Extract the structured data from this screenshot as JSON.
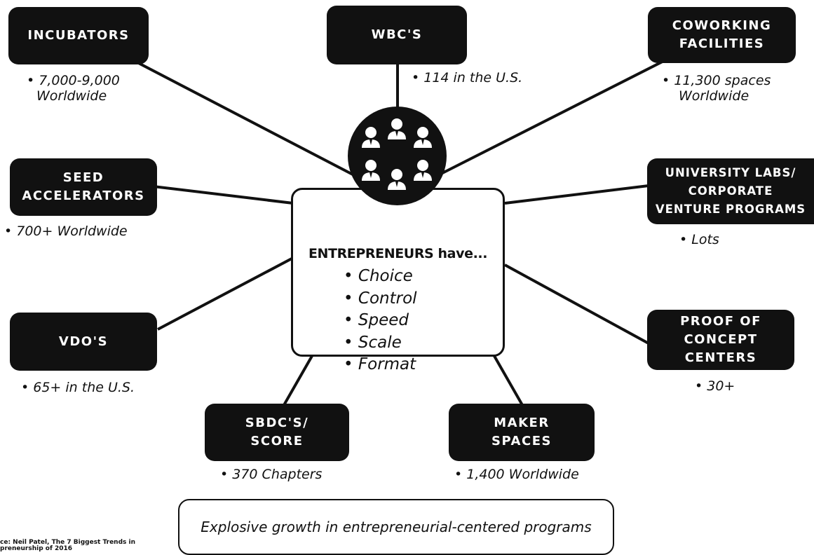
{
  "diagram": {
    "center": {
      "title": "ENTREPRENEURS have...",
      "items": [
        "Choice",
        "Control",
        "Speed",
        "Scale",
        "Format"
      ]
    },
    "nodes": [
      {
        "id": "incubators",
        "label_lines": [
          "INCUBATORS"
        ],
        "stat_lines": [
          "• 7,000-9,000",
          "Worldwide"
        ]
      },
      {
        "id": "wbcs",
        "label_lines": [
          "WBC'S"
        ],
        "stat_lines": [
          "• 114 in the U.S."
        ]
      },
      {
        "id": "coworking",
        "label_lines": [
          "COWORKING",
          "FACILITIES"
        ],
        "stat_lines": [
          "• 11,300 spaces",
          "Worldwide"
        ]
      },
      {
        "id": "seed-accelerators",
        "label_lines": [
          "SEED",
          "ACCELERATORS"
        ],
        "stat_lines": [
          "• 700+ Worldwide"
        ]
      },
      {
        "id": "university-labs",
        "label_lines": [
          "UNIVERSITY LABS/",
          "CORPORATE",
          "VENTURE PROGRAMS"
        ],
        "stat_lines": [
          "• Lots"
        ]
      },
      {
        "id": "vdos",
        "label_lines": [
          "VDO'S"
        ],
        "stat_lines": [
          "• 65+ in the U.S."
        ]
      },
      {
        "id": "proof-of-concept",
        "label_lines": [
          "PROOF OF",
          "CONCEPT",
          "CENTERS"
        ],
        "stat_lines": [
          "• 30+"
        ]
      },
      {
        "id": "sbdcs-score",
        "label_lines": [
          "SBDC'S/",
          "SCORE"
        ],
        "stat_lines": [
          "• 370 Chapters"
        ]
      },
      {
        "id": "maker-spaces",
        "label_lines": [
          "MAKER",
          "SPACES"
        ],
        "stat_lines": [
          "• 1,400 Worldwide"
        ]
      }
    ],
    "banner": "Explosive growth in entrepreneurial-centered programs",
    "source_lines": [
      "ce: Neil Patel, The 7 Biggest Trends in",
      "preneurship of 2016"
    ],
    "colors": {
      "box_fill": "#111111",
      "box_text": "#ffffff",
      "line": "#111111",
      "background": "#ffffff"
    },
    "icons": [
      "people-group-icon"
    ]
  }
}
